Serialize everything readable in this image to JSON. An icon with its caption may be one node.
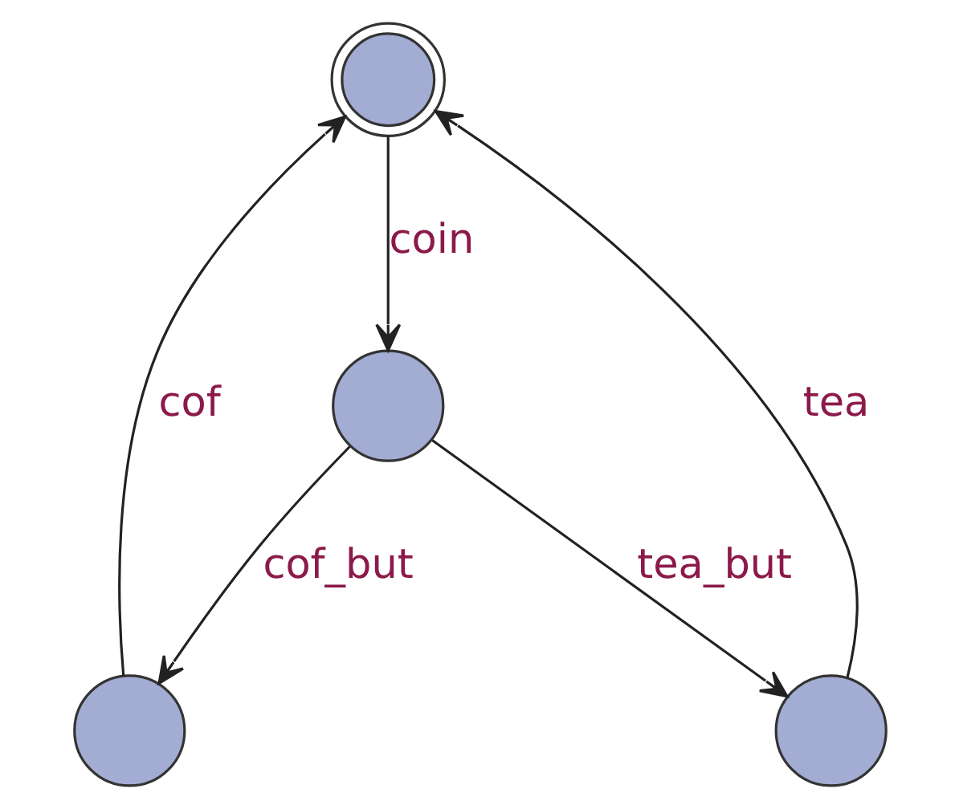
{
  "diagram": {
    "nodes": [
      {
        "text": [],
        "shape": "circle"
      },
      {
        "text": [],
        "shape": "circle"
      },
      {
        "text": [],
        "shape": "circle"
      },
      {
        "text": [],
        "shape": "circle"
      }
    ],
    "edges": [
      {
        "from": 0,
        "to": 1,
        "arrow": "to",
        "label": "coin"
      },
      {
        "from": 1,
        "to": 2,
        "arrow": "to",
        "label": "cof_but"
      },
      {
        "from": 1,
        "to": 3,
        "arrow": "to",
        "label": "tea_but"
      },
      {
        "from": 2,
        "to": 0,
        "arrow": "to",
        "label": "cof"
      },
      {
        "from": 3,
        "to": 0,
        "arrow": "to",
        "label": "tea"
      }
    ]
  }
}
